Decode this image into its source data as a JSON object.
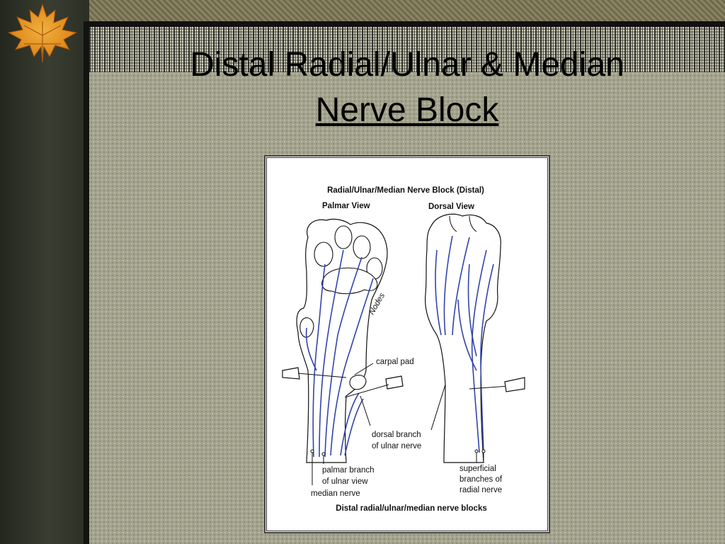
{
  "slide": {
    "title_line_1": "Distal Radial/Ulnar & Median",
    "title_line_2": "Nerve Block"
  },
  "figure": {
    "title": "Radial/Ulnar/Median Nerve Block (Distal)",
    "palmar_view_label": "Palmar View",
    "dorsal_view_label": "Dorsal View",
    "signature": "Nodes",
    "callouts": {
      "carpal_pad": "carpal pad",
      "dorsal_branch_line_1": "dorsal branch",
      "dorsal_branch_line_2": "of ulnar nerve",
      "palmar_branch_line_1": "palmar branch",
      "palmar_branch_line_2": "of ulnar view",
      "median_nerve": "median nerve",
      "superficial_line_1": "superficial",
      "superficial_line_2": "branches of",
      "superficial_line_3": "radial nerve"
    },
    "caption": "Distal radial/ulnar/median nerve blocks"
  },
  "colors": {
    "nerve": "#3344aa",
    "panel": "#a3a38e",
    "left_band": "#2c2f25"
  },
  "icons": {
    "corner": "maple-leaf-icon"
  }
}
